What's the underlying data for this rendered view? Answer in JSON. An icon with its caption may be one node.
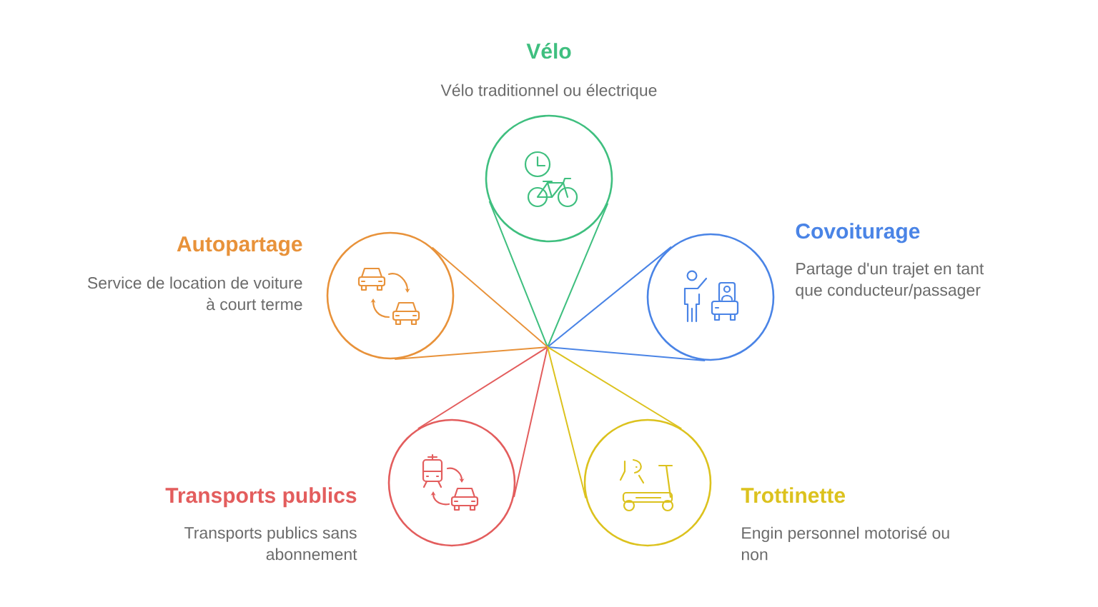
{
  "diagram": {
    "nodes": [
      {
        "text": [
          "Vélo",
          "Vélo traditionnel ou électrique"
        ]
      },
      {
        "text": [
          "Autopartage",
          "Service de location de voiture à court terme"
        ]
      },
      {
        "text": [
          "Covoiturage",
          "Partage d'un trajet en tant que conducteur/passager"
        ]
      },
      {
        "text": [
          "Transports publics",
          "Transports publics sans abonnement"
        ]
      },
      {
        "text": [
          "Trottinette",
          "Engin personnel motorisé ou non"
        ]
      }
    ],
    "edges": [
      {
        "from": null,
        "to": 0,
        "arrow": "none",
        "color": "#3fbf7f"
      },
      {
        "from": null,
        "to": 1,
        "arrow": "none",
        "color": "#e8923a"
      },
      {
        "from": null,
        "to": 2,
        "arrow": "none",
        "color": "#4a84e6"
      },
      {
        "from": null,
        "to": 3,
        "arrow": "none",
        "color": "#e35d5d"
      },
      {
        "from": null,
        "to": 4,
        "arrow": "none",
        "color": "#dcc21e"
      }
    ]
  }
}
